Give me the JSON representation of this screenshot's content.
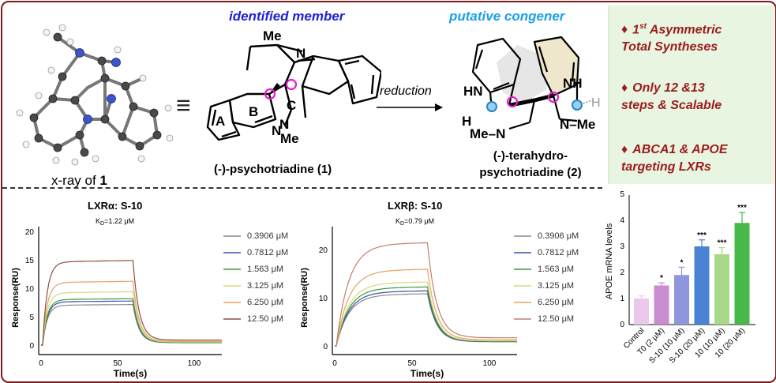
{
  "top": {
    "xray_caption": "x-ray of ",
    "xray_caption_bold": "1",
    "equiv_symbol": "≡",
    "identified_label": "identified member",
    "putative_label": "putative congener",
    "reduction_label": "reduction",
    "compound1_name": "(-)-psychotriadine (1)",
    "compound2_name_line1": "(-)-terahydro-",
    "compound2_name_line2": "psychotriadine (2)",
    "atom_labels": {
      "me": "Me",
      "n": "N",
      "nh": "NH",
      "hn": "HN",
      "h": "H",
      "n_me": "N–Me",
      "me_n": "Me–N",
      "ring_a": "A",
      "ring_b": "B",
      "ring_c": "C"
    }
  },
  "highlights": {
    "diamond": "♦",
    "items": [
      {
        "line1": "1",
        "sup": "st",
        "line1_rest": " Asymmetric",
        "line2": "Total Syntheses"
      },
      {
        "line1": "Only 12 &13",
        "sup": "",
        "line1_rest": "",
        "line2": "steps & Scalable"
      },
      {
        "line1": "ABCA1 & APOE",
        "sup": "",
        "line1_rest": "",
        "line2": "targeting LXRs"
      }
    ],
    "box_color": "#e8f5e1",
    "text_color": "#9b1c1c"
  },
  "spr_left": {
    "title": "LXRα: S-10",
    "kd": "K",
    "kd_sub": "D",
    "kd_value": "=1.22 μM",
    "ylabel": "Response(RU)",
    "xlabel": "Time(s)",
    "yticks": [
      "0",
      "5",
      "10",
      "15",
      "20"
    ],
    "xticks": [
      "0",
      "50",
      "100"
    ],
    "legend": [
      {
        "label": "0.3906 μM",
        "color": "#8a8a8a"
      },
      {
        "label": "0.7812 μM",
        "color": "#3d4fa8"
      },
      {
        "label": "1.563 μM",
        "color": "#3a9a3a"
      },
      {
        "label": "3.125 μM",
        "color": "#d8d878"
      },
      {
        "label": "6.250 μM",
        "color": "#e8a060"
      },
      {
        "label": "12.50 μM",
        "color": "#8a5040"
      }
    ]
  },
  "spr_right": {
    "title": "LXRβ: S-10",
    "kd": "K",
    "kd_sub": "D",
    "kd_value": "=0.79 μM",
    "ylabel": "Response(RU)",
    "xlabel": "Time(s)",
    "yticks": [
      "0",
      "10",
      "20"
    ],
    "xticks": [
      "0",
      "50",
      "100"
    ],
    "legend": [
      {
        "label": "0.3906 μM",
        "color": "#8a8a8a"
      },
      {
        "label": "0.7812 μM",
        "color": "#3d4fa8"
      },
      {
        "label": "1.563 μM",
        "color": "#3a9a3a"
      },
      {
        "label": "3.125 μM",
        "color": "#d8d878"
      },
      {
        "label": "6.250 μM",
        "color": "#e8a060"
      },
      {
        "label": "12.50 μM",
        "color": "#c0806a"
      }
    ]
  },
  "chart_data": {
    "type": "bar",
    "ylabel": "APOE mRNA levels",
    "ylim": [
      0,
      5
    ],
    "yticks": [
      "0",
      "1",
      "2",
      "3",
      "4",
      "5"
    ],
    "categories": [
      "Control",
      "T0 (2 μM)",
      "S-10 (10 μM)",
      "S-10 (20 μM)",
      "10 (10 μM)",
      "10 (20 μM)"
    ],
    "values": [
      1.0,
      1.5,
      1.9,
      3.0,
      2.7,
      3.9
    ],
    "errors": [
      0.1,
      0.1,
      0.3,
      0.25,
      0.25,
      0.4
    ],
    "significance": [
      "",
      "*",
      "*",
      "***",
      "***",
      "***"
    ],
    "colors": [
      "#ecc9ec",
      "#c98ccf",
      "#8e96dc",
      "#4a82d4",
      "#a8d88a",
      "#48b848"
    ]
  }
}
